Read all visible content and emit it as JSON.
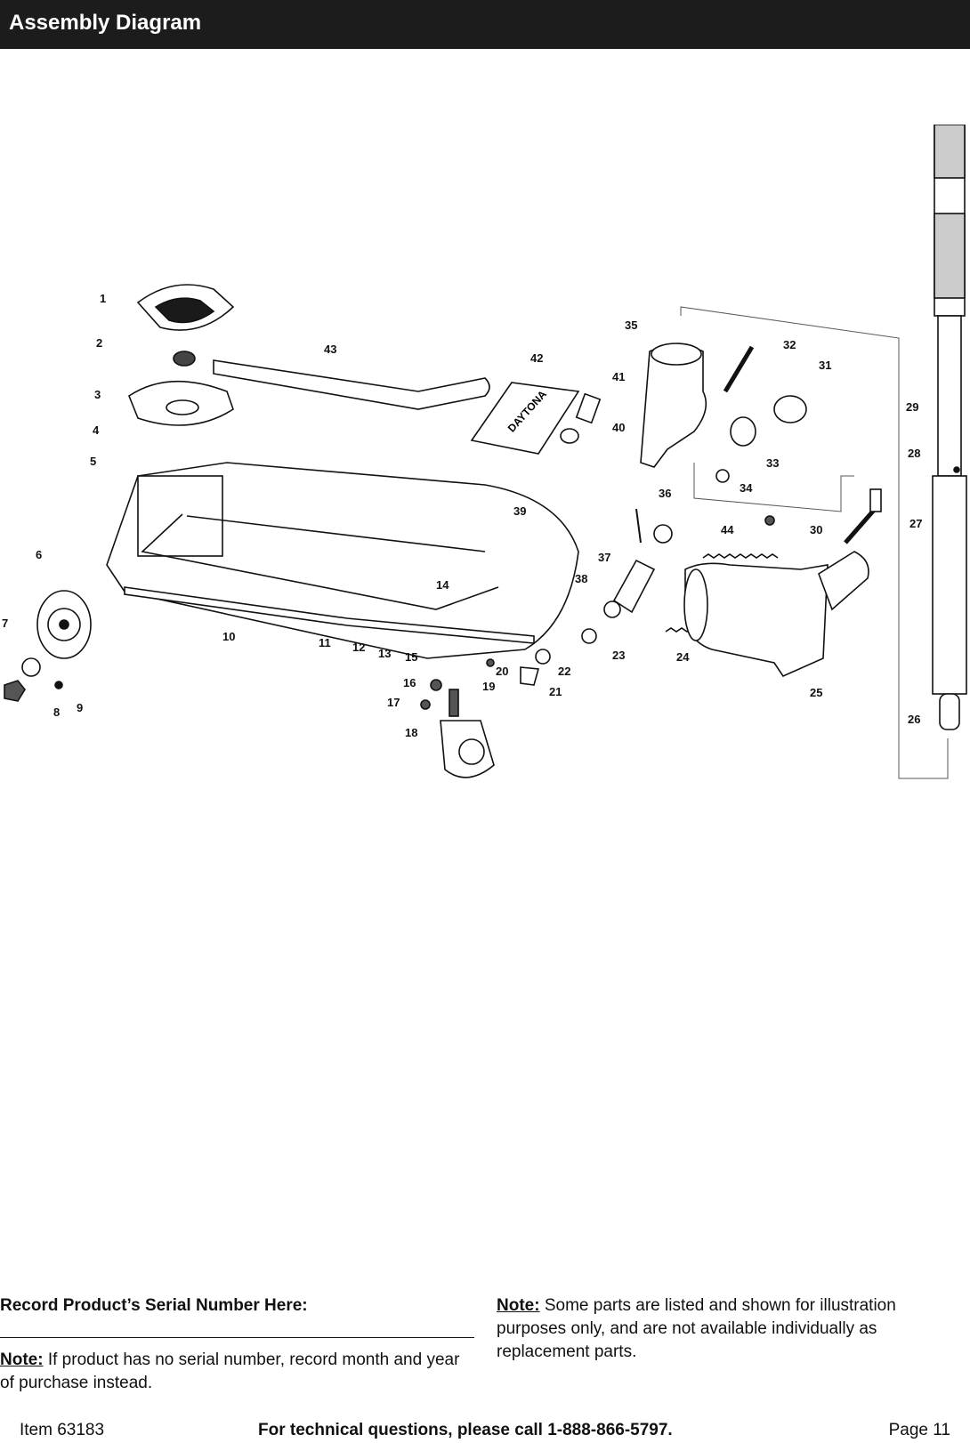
{
  "header": {
    "title": "Assembly Diagram"
  },
  "diagram": {
    "brand_mark": "DAYTONA",
    "part_labels": [
      "1",
      "2",
      "3",
      "4",
      "5",
      "6",
      "7",
      "8",
      "9",
      "10",
      "11",
      "12",
      "13",
      "14",
      "15",
      "16",
      "17",
      "18",
      "19",
      "20",
      "21",
      "22",
      "23",
      "24",
      "25",
      "26",
      "27",
      "28",
      "29",
      "30",
      "31",
      "32",
      "33",
      "34",
      "35",
      "36",
      "37",
      "38",
      "39",
      "40",
      "41",
      "42",
      "43",
      "44"
    ]
  },
  "serial": {
    "heading": "Record Product’s Serial Number Here:",
    "note_label": "Note:",
    "note_text": " If product has no serial number, record month and year of purchase instead."
  },
  "parts_note": {
    "label": "Note:",
    "text": " Some parts are listed and shown for illustration purposes only, and are not available individually as replacement parts."
  },
  "footer": {
    "item": "Item 63183",
    "tech": "For technical questions, please call 1-888-866-5797.",
    "page": "Page 11"
  }
}
